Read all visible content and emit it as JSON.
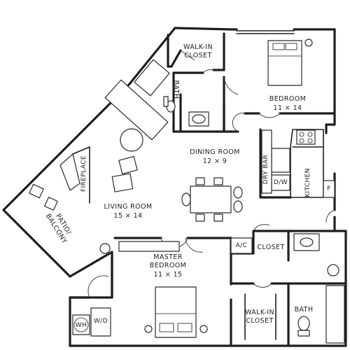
{
  "rooms": {
    "walkin_closet_top": "WALK-IN\nCLOSET",
    "bath_top": "BATH",
    "bedroom": "BEDROOM",
    "bedroom_dim": "11 × 14",
    "dining_room": "DINING ROOM",
    "dining_dim": "12 × 9",
    "fireplace": "FIREPLACE",
    "dry_bar": "DRY BAR",
    "dw": "D/W",
    "kitchen": "KITCHEN",
    "fridge": "F",
    "living_room": "LIVING ROOM",
    "living_dim": "15 × 14",
    "patio": "PATIO/\nBALCONY",
    "ac": "A/C",
    "closet": "CLOSET",
    "master_bedroom": "MASTER\nBEDROOM",
    "master_dim": "11 × 15",
    "walkin_closet_bottom": "WALK-IN\nCLOSET",
    "bath_bottom": "BATH",
    "wh": "WH",
    "wd": "W/D"
  }
}
